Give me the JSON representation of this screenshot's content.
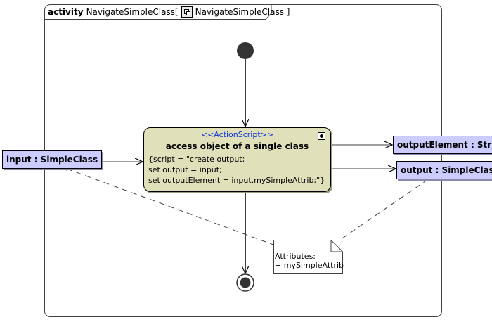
{
  "frame": {
    "keyword": "activity",
    "name": "NavigateSimpleClass[",
    "ref": "NavigateSimpleClass ]"
  },
  "action": {
    "stereotype": "<<ActionScript>>",
    "title": "access object of a single class",
    "body": [
      "{script = \"create output;",
      "set output = input;",
      "set outputElement = input.mySimpleAttrib;\"}"
    ]
  },
  "pins": {
    "input": "input : SimpleClass",
    "output_element": "outputElement : String",
    "output": "output : SimpleClass"
  },
  "note": {
    "lines": [
      "Attributes:",
      "+ mySimpleAttrib"
    ]
  }
}
